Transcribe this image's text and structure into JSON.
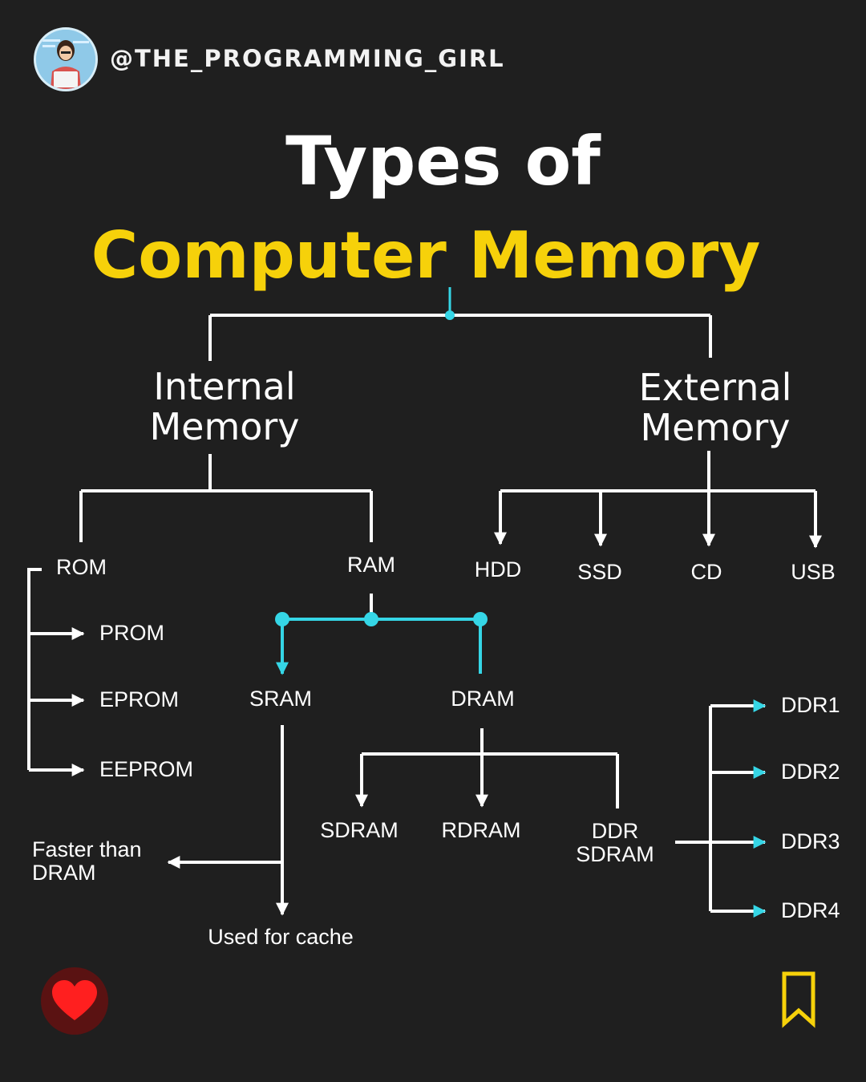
{
  "header": {
    "handle": "@THE_PROGRAMMING_GIRL"
  },
  "title": {
    "line1": "Types of",
    "line2": "Computer Memory"
  },
  "internal": {
    "label_line1": "Internal",
    "label_line2": "Memory",
    "rom": {
      "label": "ROM",
      "children": [
        "PROM",
        "EPROM",
        "EEPROM"
      ]
    },
    "ram": {
      "label": "RAM",
      "sram": {
        "label": "SRAM",
        "note1": "Faster than",
        "note2": "DRAM",
        "note3": "Used for cache"
      },
      "dram": {
        "label": "DRAM",
        "children": [
          "SDRAM",
          "RDRAM"
        ],
        "ddr_line1": "DDR",
        "ddr_line2": "SDRAM",
        "ddr_children": [
          "DDR1",
          "DDR2",
          "DDR3",
          "DDR4"
        ]
      }
    }
  },
  "external": {
    "label_line1": "External",
    "label_line2": "Memory",
    "children": [
      "HDD",
      "SSD",
      "CD",
      "USB"
    ]
  },
  "colors": {
    "background": "#1f1f1f",
    "title_accent": "#f6d10a",
    "ram_connector": "#35d6e6",
    "like": "#ff1f1f",
    "bookmark": "#f6d10a"
  },
  "icons": {
    "like": "heart-icon",
    "save": "bookmark-icon"
  }
}
